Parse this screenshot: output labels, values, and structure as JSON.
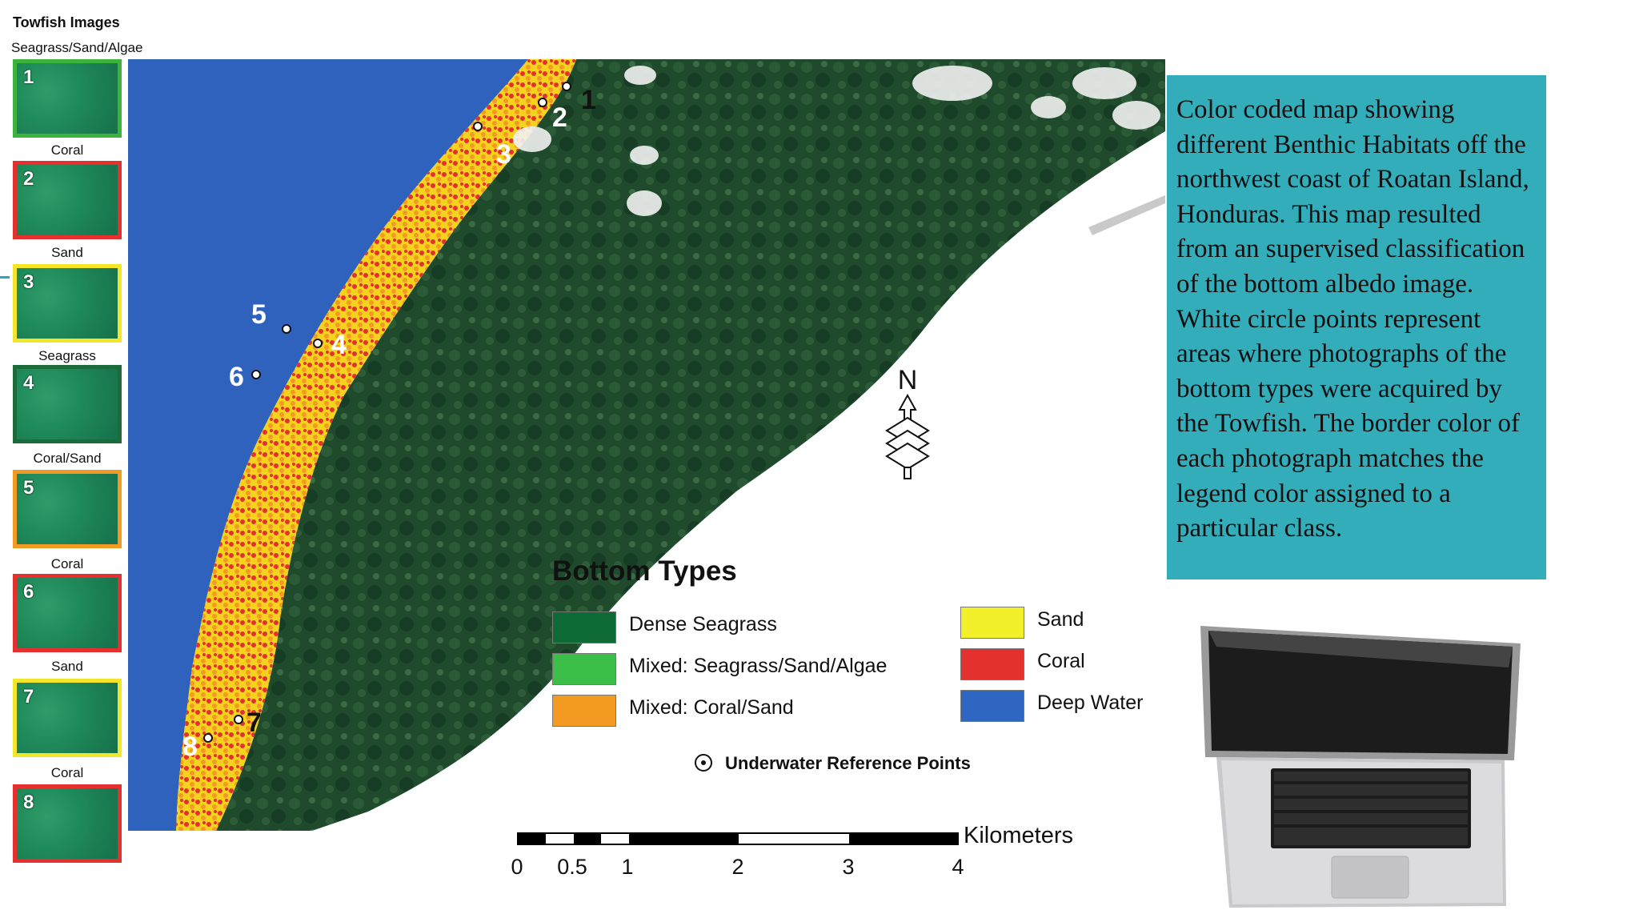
{
  "panel": {
    "title": "Towfish Images",
    "subtitle": "Seagrass/Sand/Algae",
    "thumbnails": [
      {
        "number": "1",
        "caption_below": "Coral",
        "border_color": "#3cb43c"
      },
      {
        "number": "2",
        "caption_below": "Sand",
        "border_color": "#e53030"
      },
      {
        "number": "3",
        "caption_below": "Seagrass",
        "border_color": "#f2e52a"
      },
      {
        "number": "4",
        "caption_below": "Coral/Sand",
        "border_color": "#1d6b3a"
      },
      {
        "number": "5",
        "caption_below": "Coral",
        "border_color": "#f39a22"
      },
      {
        "number": "6",
        "caption_below": "Sand",
        "border_color": "#e53030"
      },
      {
        "number": "7",
        "caption_below": "Coral",
        "border_color": "#f2e52a"
      },
      {
        "number": "8",
        "caption_below": "",
        "border_color": "#e53030"
      }
    ]
  },
  "map": {
    "point_labels": [
      "1",
      "2",
      "3",
      "4",
      "5",
      "6",
      "7",
      "8"
    ],
    "north_label": "N"
  },
  "legend": {
    "title": "Bottom Types",
    "items": [
      {
        "label": "Dense Seagrass",
        "color": "#0f6b35"
      },
      {
        "label": "Mixed: Seagrass/Sand/Algae",
        "color": "#3cbf48"
      },
      {
        "label": "Mixed: Coral/Sand",
        "color": "#f39a22"
      },
      {
        "label": "Sand",
        "color": "#f2f02a"
      },
      {
        "label": "Coral",
        "color": "#e53030"
      },
      {
        "label": "Deep Water",
        "color": "#2f66c2"
      }
    ],
    "reference_label": "Underwater Reference Points"
  },
  "scale": {
    "unit": "Kilometers",
    "ticks": [
      "0",
      "0.5",
      "1",
      "2",
      "3",
      "4"
    ]
  },
  "description": {
    "text": "Color coded map showing different Benthic Habitats off the northwest coast of Roatan Island, Honduras. This map resulted from an supervised classification of the bottom albedo image. White circle points represent areas where photographs of the bottom types were acquired by the Towfish. The border color of each photograph matches the legend color assigned to a particular class.",
    "background_color": "#32adb9"
  }
}
